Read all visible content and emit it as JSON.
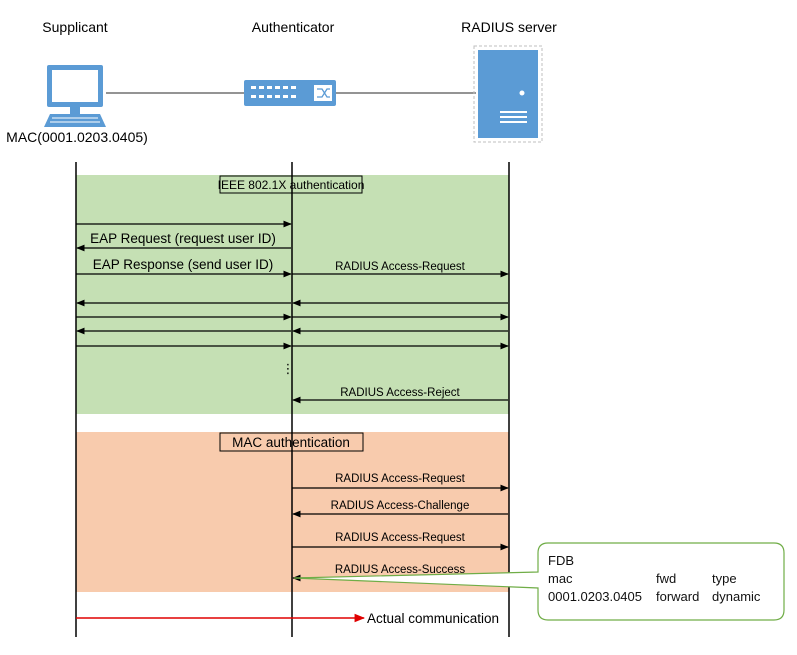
{
  "entities": {
    "supplicant": "Supplicant",
    "authenticator": "Authenticator",
    "radius_server": "RADIUS server",
    "mac_label": "MAC(0001.0203.0405)"
  },
  "sections": {
    "dot1x_title": "IEEE 802.1X authentication",
    "mac_title": "MAC authentication"
  },
  "messages": {
    "eap_request": "EAP Request (request user ID)",
    "eap_response": "EAP Response (send user ID)",
    "radius_access_request_1": "RADIUS Access-Request",
    "radius_access_reject": "RADIUS Access-Reject",
    "radius_access_request_2": "RADIUS Access-Request",
    "radius_access_challenge": "RADIUS Access-Challenge",
    "radius_access_request_3": "RADIUS Access-Request",
    "radius_access_success": "RADIUS Access-Success",
    "actual_communication": "Actual communication",
    "ellipsis": "⋮"
  },
  "fdb": {
    "title": "FDB",
    "headers": [
      "mac",
      "fwd",
      "type"
    ],
    "row": [
      "0001.0203.0405",
      "forward",
      "dynamic"
    ]
  },
  "colors": {
    "dot1x_band": "#c5e0b4",
    "mac_band": "#f8cbad",
    "device_blue": "#5b9bd5",
    "actual_arrow": "#e00000",
    "callout_border": "#70ad47"
  }
}
